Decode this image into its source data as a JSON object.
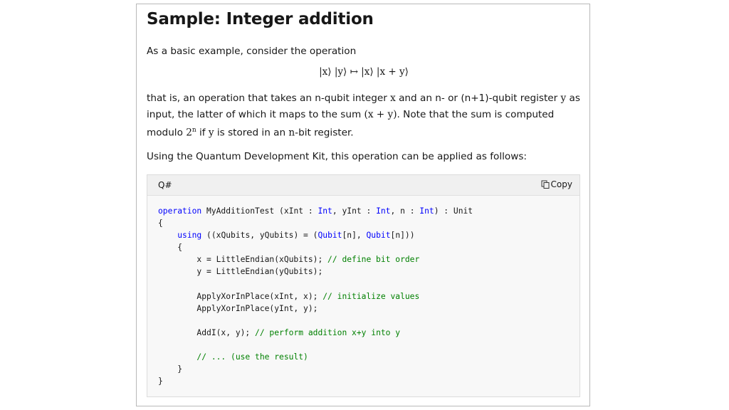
{
  "heading": "Sample: Integer addition",
  "intro": "As a basic example, consider the operation",
  "equation": "|x⟩ |y⟩ ↦ |x⟩ |x + y⟩",
  "para2": {
    "t1": "that is, an operation that takes an n-qubit integer ",
    "m1": "x",
    "t2": " and an n- or (n+1)-qubit register ",
    "m2": "y",
    "t3": " as input, the latter of which it maps to the sum ",
    "m3": "(x + y)",
    "t4": ". Note that the sum is computed modulo ",
    "m4": "2",
    "sup": "n",
    "t5": " if ",
    "m5": "y",
    "t6": " is stored in an ",
    "m6": "n",
    "t7": "-bit register."
  },
  "para3": "Using the Quantum Development Kit, this operation can be applied as follows:",
  "code": {
    "language": "Q#",
    "copy_label": "Copy",
    "lines": [
      [
        {
          "t": "operation",
          "c": "kw"
        },
        {
          "t": " MyAdditionTest (xInt : "
        },
        {
          "t": "Int",
          "c": "ty"
        },
        {
          "t": ", yInt : "
        },
        {
          "t": "Int",
          "c": "ty"
        },
        {
          "t": ", n : "
        },
        {
          "t": "Int",
          "c": "ty"
        },
        {
          "t": ") : Unit"
        }
      ],
      [
        {
          "t": "{"
        }
      ],
      [
        {
          "t": "    "
        },
        {
          "t": "using",
          "c": "kw"
        },
        {
          "t": " ((xQubits, yQubits) = ("
        },
        {
          "t": "Qubit",
          "c": "ty"
        },
        {
          "t": "[n], "
        },
        {
          "t": "Qubit",
          "c": "ty"
        },
        {
          "t": "[n]))"
        }
      ],
      [
        {
          "t": "    {"
        }
      ],
      [
        {
          "t": "        x = LittleEndian(xQubits); "
        },
        {
          "t": "// define bit order",
          "c": "cm"
        }
      ],
      [
        {
          "t": "        y = LittleEndian(yQubits);"
        }
      ],
      [
        {
          "t": ""
        }
      ],
      [
        {
          "t": "        ApplyXorInPlace(xInt, x); "
        },
        {
          "t": "// initialize values",
          "c": "cm"
        }
      ],
      [
        {
          "t": "        ApplyXorInPlace(yInt, y);"
        }
      ],
      [
        {
          "t": ""
        }
      ],
      [
        {
          "t": "        AddI(x, y); "
        },
        {
          "t": "// perform addition x+y into y",
          "c": "cm"
        }
      ],
      [
        {
          "t": ""
        }
      ],
      [
        {
          "t": "        "
        },
        {
          "t": "// ... (use the result)",
          "c": "cm"
        }
      ],
      [
        {
          "t": "    }"
        }
      ],
      [
        {
          "t": "}"
        }
      ]
    ]
  }
}
